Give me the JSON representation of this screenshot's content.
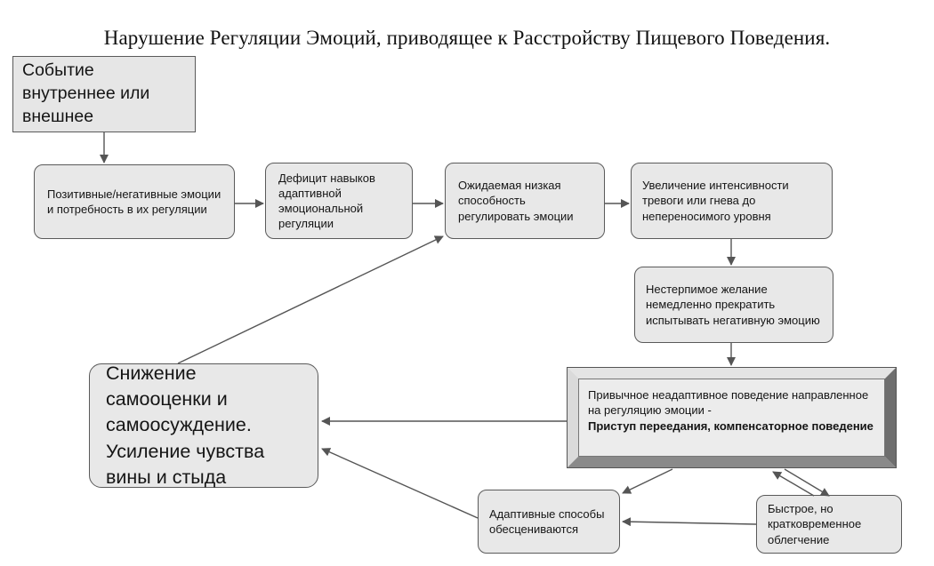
{
  "title": "Нарушение Регуляции Эмоций, приводящее к Расстройству Пищевого Поведения.",
  "nodes": {
    "event": "Событие внутреннее или внешнее",
    "emotions": "Позитивные/негативные эмоции и потребность в их регуляции",
    "deficit": "Дефицит навыков адаптивной эмоциональной регуляции",
    "low_ability": "Ожидаемая низкая способность регулировать эмоции",
    "intensity": "Увеличение интенсивности тревоги или гнева до непереносимого уровня",
    "urge": "Нестерпимое желание немедленно прекратить испытывать негативную эмоцию",
    "behavior_plain": "Привычное неадаптивное поведение направленное на регуляцию эмоции -",
    "behavior_bold": "Приступ переедания, компенсаторное поведение",
    "self_esteem": "Снижение самооценки и самоосуждение. Усиление чувства вины и стыда",
    "adaptive": "Адаптивные способы обесцениваются",
    "relief": "Быстрое, но кратковременное облегчение"
  },
  "colors": {
    "box_fill": "#e8e8e8",
    "border": "#5a5a5a",
    "arrow": "#555555"
  }
}
